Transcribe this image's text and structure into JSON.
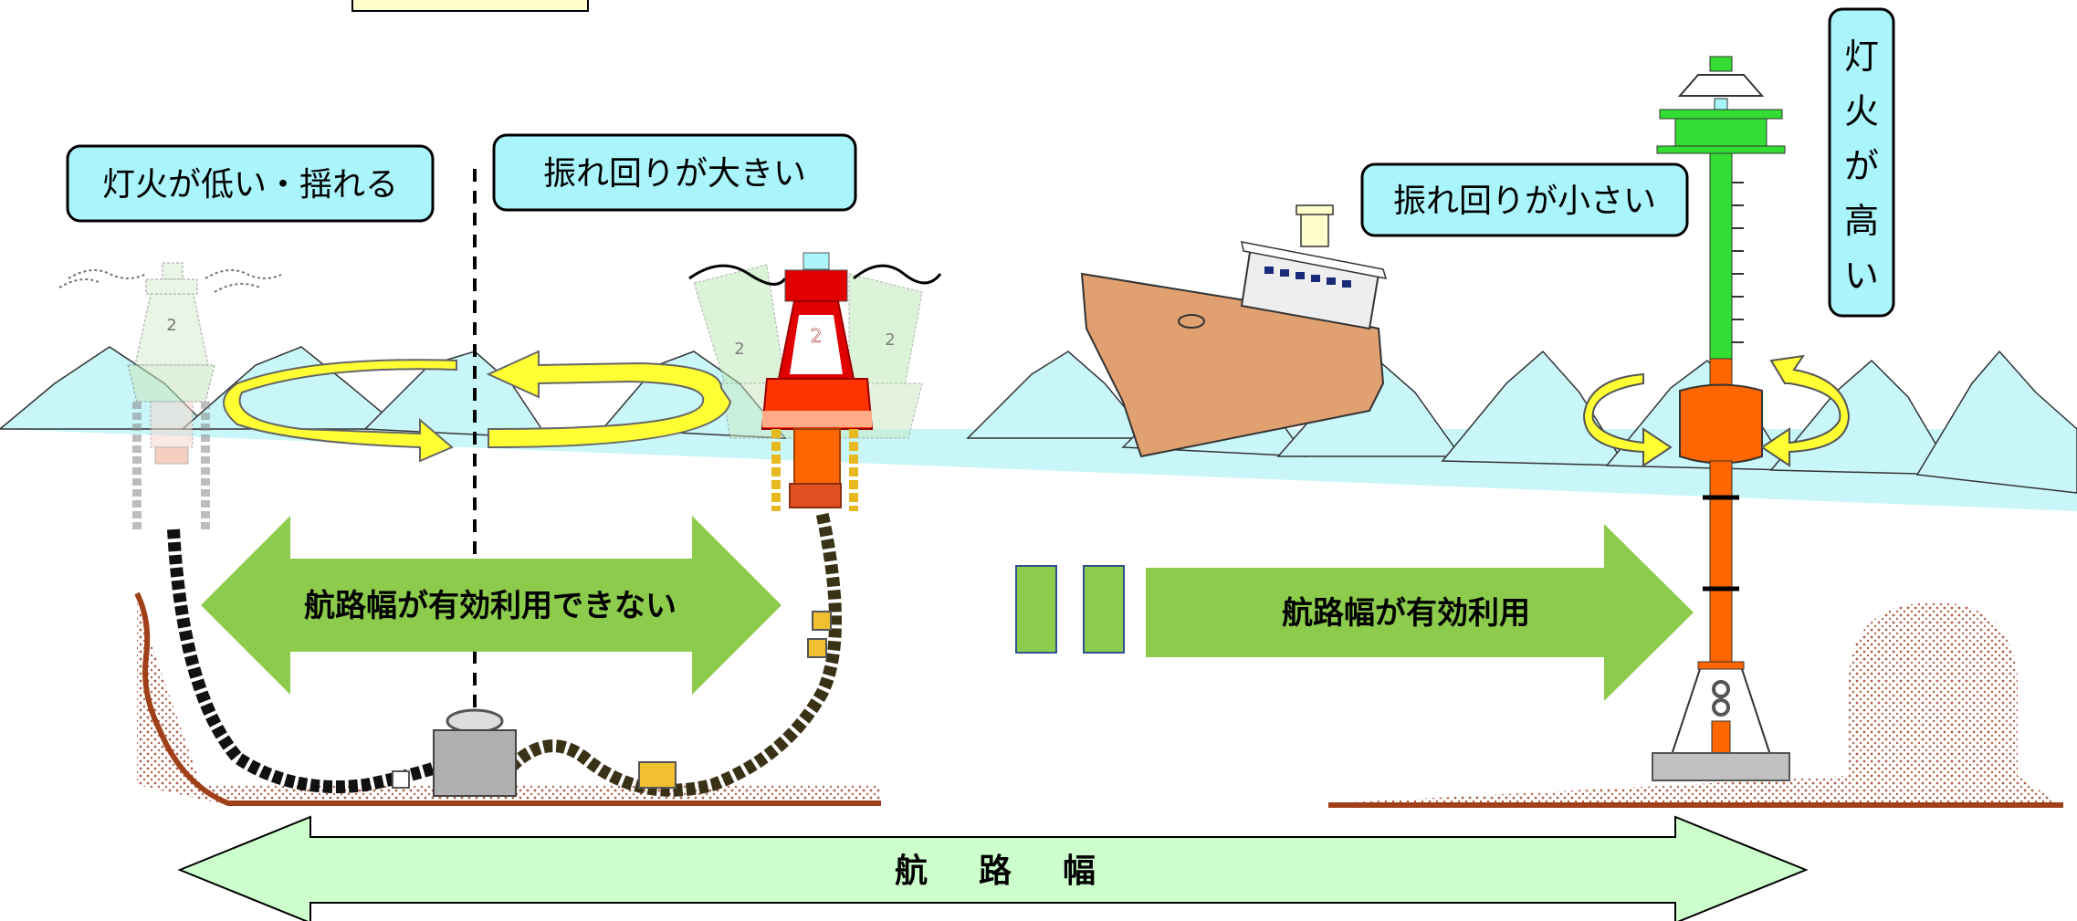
{
  "labels": {
    "low_light": "灯火が低い・揺れる",
    "large_swing": "振れ回りが大きい",
    "small_swing": "振れ回りが小さい",
    "high_light": [
      "灯",
      "火",
      "が",
      "高",
      "い"
    ],
    "cannot_use": "航路幅が有効利用できない",
    "effective_use": "航路幅が有効利用",
    "channel_width": [
      "航",
      "路",
      "幅"
    ],
    "buoy_number": "2"
  },
  "colors": {
    "callout_fill": "#aaf5fb",
    "sea": "#c9f7f9",
    "green_arrow": "#8ccb4c",
    "channel_arrow": "#ccffcc",
    "swing_arrow": "#ffff33",
    "buoy_red": "#e00000",
    "buoy_orange": "#ff6600",
    "pole_green": "#33dd33",
    "ship_hull": "#e0a070",
    "seabed": "#a0401a",
    "chain_gold": "#e8b820"
  }
}
